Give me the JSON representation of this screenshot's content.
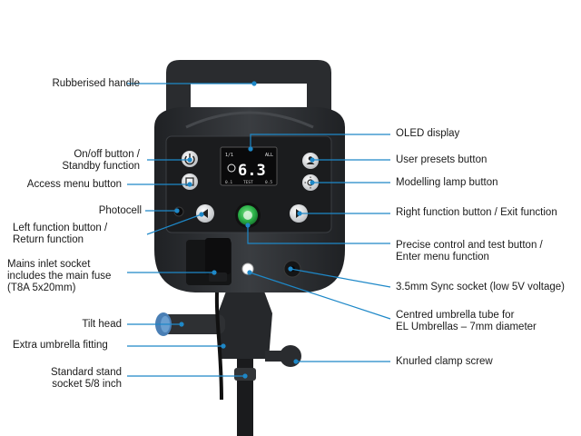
{
  "labels_left": [
    {
      "id": "handle",
      "lines": [
        "Rubberised handle"
      ]
    },
    {
      "id": "onoff",
      "lines": [
        "On/off button /",
        "Standby function"
      ]
    },
    {
      "id": "access",
      "lines": [
        "Access menu button"
      ]
    },
    {
      "id": "photocell",
      "lines": [
        "Photocell"
      ]
    },
    {
      "id": "leftfn",
      "lines": [
        "Left function button /",
        "Return function"
      ]
    },
    {
      "id": "mains",
      "lines": [
        "Mains inlet socket",
        "includes the main fuse",
        "(T8A 5x20mm)"
      ]
    },
    {
      "id": "tilt",
      "lines": [
        "Tilt head"
      ]
    },
    {
      "id": "umbrella-extra",
      "lines": [
        "Extra umbrella fitting"
      ]
    },
    {
      "id": "stand",
      "lines": [
        "Standard stand",
        "socket 5/8 inch"
      ]
    }
  ],
  "labels_right": [
    {
      "id": "oled",
      "lines": [
        "OLED display"
      ]
    },
    {
      "id": "presets",
      "lines": [
        "User presets button"
      ]
    },
    {
      "id": "modelling",
      "lines": [
        "Modelling lamp button"
      ]
    },
    {
      "id": "rightfn",
      "lines": [
        "Right function button / Exit function"
      ]
    },
    {
      "id": "precise",
      "lines": [
        "Precise control and test button /",
        "Enter menu function"
      ]
    },
    {
      "id": "sync",
      "lines": [
        "3.5mm Sync socket (low 5V voltage)"
      ]
    },
    {
      "id": "umbrella-tube",
      "lines": [
        "Centred umbrella tube for",
        "EL Umbrellas – 7mm diameter"
      ]
    },
    {
      "id": "knurled",
      "lines": [
        "Knurled clamp screw"
      ]
    }
  ],
  "display": {
    "value": "6.3",
    "small_top": "1/1",
    "small_right": "ALL",
    "bottom_left": "0.1",
    "bottom_mid": "TEST",
    "bottom_right": "0.5"
  },
  "colors": {
    "accent": "#1e88c8",
    "body": "#2b2d30",
    "panel": "#1b1c1e",
    "green": "#2db34a"
  }
}
